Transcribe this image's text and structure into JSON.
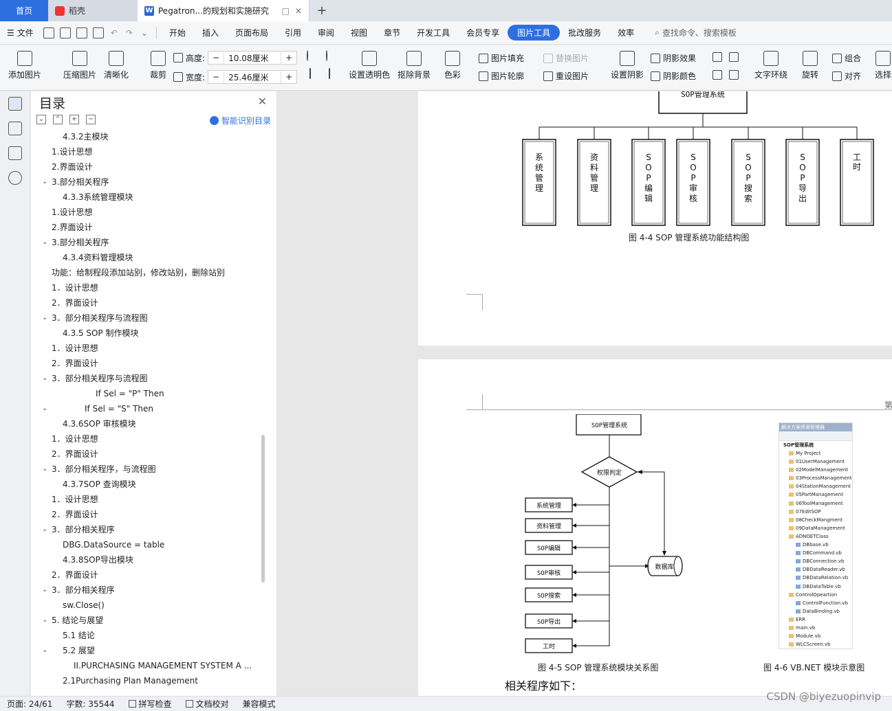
{
  "tabs": [
    {
      "label": "首页"
    },
    {
      "label": "稻壳"
    },
    {
      "label": "Pegatron...的规划和实施研究"
    }
  ],
  "menu": {
    "file": "文件",
    "items": [
      "开始",
      "插入",
      "页面布局",
      "引用",
      "审阅",
      "视图",
      "章节",
      "开发工具",
      "会员专享",
      "图片工具",
      "批改服务",
      "效率"
    ],
    "active_index": 9,
    "search": "查找命令、搜索模板"
  },
  "ribbon": {
    "add_image": "添加图片",
    "compress": "压缩图片",
    "sharpen": "清晰化",
    "crop": "裁剪",
    "height_label": "高度:",
    "height_value": "10.08厘米",
    "width_label": "宽度:",
    "width_value": "25.46厘米",
    "transparent": "设置透明色",
    "remove_bg": "抠除背景",
    "color": "色彩",
    "fill": "图片填充",
    "outline": "图片轮廓",
    "replace": "替换图片",
    "reset": "重设图片",
    "shadow_set": "设置阴影",
    "shadow_effect": "阴影效果",
    "shadow_color": "阴影颜色",
    "wrap": "文字环绕",
    "rotate": "旋转",
    "group": "组合",
    "align": "对齐",
    "select": "选择"
  },
  "toc": {
    "title": "目录",
    "smart": "智能识别目录",
    "items": [
      {
        "text": "4.3.2主模块",
        "indent": 2,
        "caret": false
      },
      {
        "text": "1.设计思想",
        "indent": 1,
        "caret": false
      },
      {
        "text": "2.界面设计",
        "indent": 1,
        "caret": false
      },
      {
        "text": "3.部分相关程序",
        "indent": 1,
        "caret": true
      },
      {
        "text": "4.3.3系统管理模块",
        "indent": 2,
        "caret": false
      },
      {
        "text": "1.设计思想",
        "indent": 1,
        "caret": false
      },
      {
        "text": "2.界面设计",
        "indent": 1,
        "caret": false
      },
      {
        "text": "3.部分相关程序",
        "indent": 1,
        "caret": true
      },
      {
        "text": "4.3.4资料管理模块",
        "indent": 2,
        "caret": false
      },
      {
        "text": "功能：给制程段添加站别，修改站别，删除站别",
        "indent": 0,
        "caret": false
      },
      {
        "text": "1．设计思想",
        "indent": 1,
        "caret": false
      },
      {
        "text": "2．界面设计",
        "indent": 1,
        "caret": false
      },
      {
        "text": "3．部分相关程序与流程图",
        "indent": 1,
        "caret": true
      },
      {
        "text": "4.3.5  SOP 制作模块",
        "indent": 2,
        "caret": false
      },
      {
        "text": "1．设计思想",
        "indent": 1,
        "caret": false
      },
      {
        "text": "2．界面设计",
        "indent": 1,
        "caret": false
      },
      {
        "text": "3．部分相关程序与流程图",
        "indent": 1,
        "caret": true
      },
      {
        "text": "If Sel = \"P\" Then",
        "indent": 5,
        "caret": false
      },
      {
        "text": "If Sel = \"S\" Then",
        "indent": 4,
        "caret": true
      },
      {
        "text": "4.3.6SOP 审核模块",
        "indent": 2,
        "caret": false
      },
      {
        "text": "1．设计思想",
        "indent": 1,
        "caret": false
      },
      {
        "text": "2．界面设计",
        "indent": 1,
        "caret": false
      },
      {
        "text": "3．部分相关程序，与流程图",
        "indent": 1,
        "caret": true
      },
      {
        "text": "4.3.7SOP 查询模块",
        "indent": 2,
        "caret": false
      },
      {
        "text": "1．设计思想",
        "indent": 1,
        "caret": false
      },
      {
        "text": "2．界面设计",
        "indent": 1,
        "caret": false
      },
      {
        "text": "3．部分相关程序",
        "indent": 1,
        "caret": true
      },
      {
        "text": "DBG.DataSource = table",
        "indent": 2,
        "caret": false
      },
      {
        "text": "4.3.8SOP导出模块",
        "indent": 2,
        "caret": false
      },
      {
        "text": "2．界面设计",
        "indent": 1,
        "caret": false
      },
      {
        "text": "3．部分相关程序",
        "indent": 1,
        "caret": true
      },
      {
        "text": "sw.Close()",
        "indent": 2,
        "caret": false
      },
      {
        "text": "5. 结论与展望",
        "indent": 1,
        "caret": true
      },
      {
        "text": "5.1    结论",
        "indent": 2,
        "caret": false
      },
      {
        "text": "5.2    展望",
        "indent": 2,
        "caret": true
      },
      {
        "text": "II.PURCHASING MANAGEMENT SYSTEM A ...",
        "indent": 3,
        "caret": false
      },
      {
        "text": "2.1Purchasing Plan Management",
        "indent": 2,
        "caret": false
      }
    ]
  },
  "doc": {
    "page1": {
      "root": "SOP管理系统",
      "modules": [
        "系统管理",
        "资料管理",
        "SOP编辑",
        "SOP审核",
        "SOP搜索",
        "SOP导出",
        "工时"
      ],
      "caption": "图 4-4   SOP 管理系统功能结构图"
    },
    "page2": {
      "page_mark": "第",
      "flow_root": "SOP管理系统",
      "decision": "权限判定",
      "flow_modules": [
        "系统管理",
        "资料管理",
        "SOP编辑",
        "SOP审核",
        "SOP搜索",
        "SOP导出",
        "工时"
      ],
      "database": "数据库",
      "caption_left": "图 4-5   SOP 管理系统模块关系图",
      "caption_right": "图 4-6   VB.NET 模块示意图",
      "body": "相关程序如下：",
      "explorer": {
        "title": "解决方案资源管理器",
        "root": "SOP管理系统",
        "items": [
          {
            "text": "My Project",
            "level": 1
          },
          {
            "text": "01UserManagement",
            "level": 1
          },
          {
            "text": "02ModelManagement",
            "level": 1
          },
          {
            "text": "03ProcessManagement",
            "level": 1
          },
          {
            "text": "04StationManagement",
            "level": 1
          },
          {
            "text": "05PartManagement",
            "level": 1
          },
          {
            "text": "06ToolManagement",
            "level": 1
          },
          {
            "text": "07EditSOP",
            "level": 1
          },
          {
            "text": "08CheckMangment",
            "level": 1
          },
          {
            "text": "09DataManagement",
            "level": 1
          },
          {
            "text": "ADNOETClass",
            "level": 1
          },
          {
            "text": "DBbase.vb",
            "level": 2
          },
          {
            "text": "DBCommand.vb",
            "level": 2
          },
          {
            "text": "DBConnection.vb",
            "level": 2
          },
          {
            "text": "DBDataReader.vb",
            "level": 2
          },
          {
            "text": "DBDataRelation.vb",
            "level": 2
          },
          {
            "text": "DBDataTable.vb",
            "level": 2
          },
          {
            "text": "ControlOpeartion",
            "level": 1
          },
          {
            "text": "ControlFunction.vb",
            "level": 2
          },
          {
            "text": "DataBinding.vb",
            "level": 2
          },
          {
            "text": "ERR",
            "level": 1
          },
          {
            "text": "main.vb",
            "level": 1
          },
          {
            "text": "Module.vb",
            "level": 1
          },
          {
            "text": "WLCScreen.vb",
            "level": 1
          }
        ]
      }
    }
  },
  "status": {
    "page": "页面: 24/61",
    "words": "字数: 35544",
    "spell": "拼写检查",
    "proof": "文档校对",
    "compat": "兼容模式"
  },
  "watermark": "CSDN @biyezuopinvip",
  "colors": {
    "accent": "#2e6fe0"
  }
}
